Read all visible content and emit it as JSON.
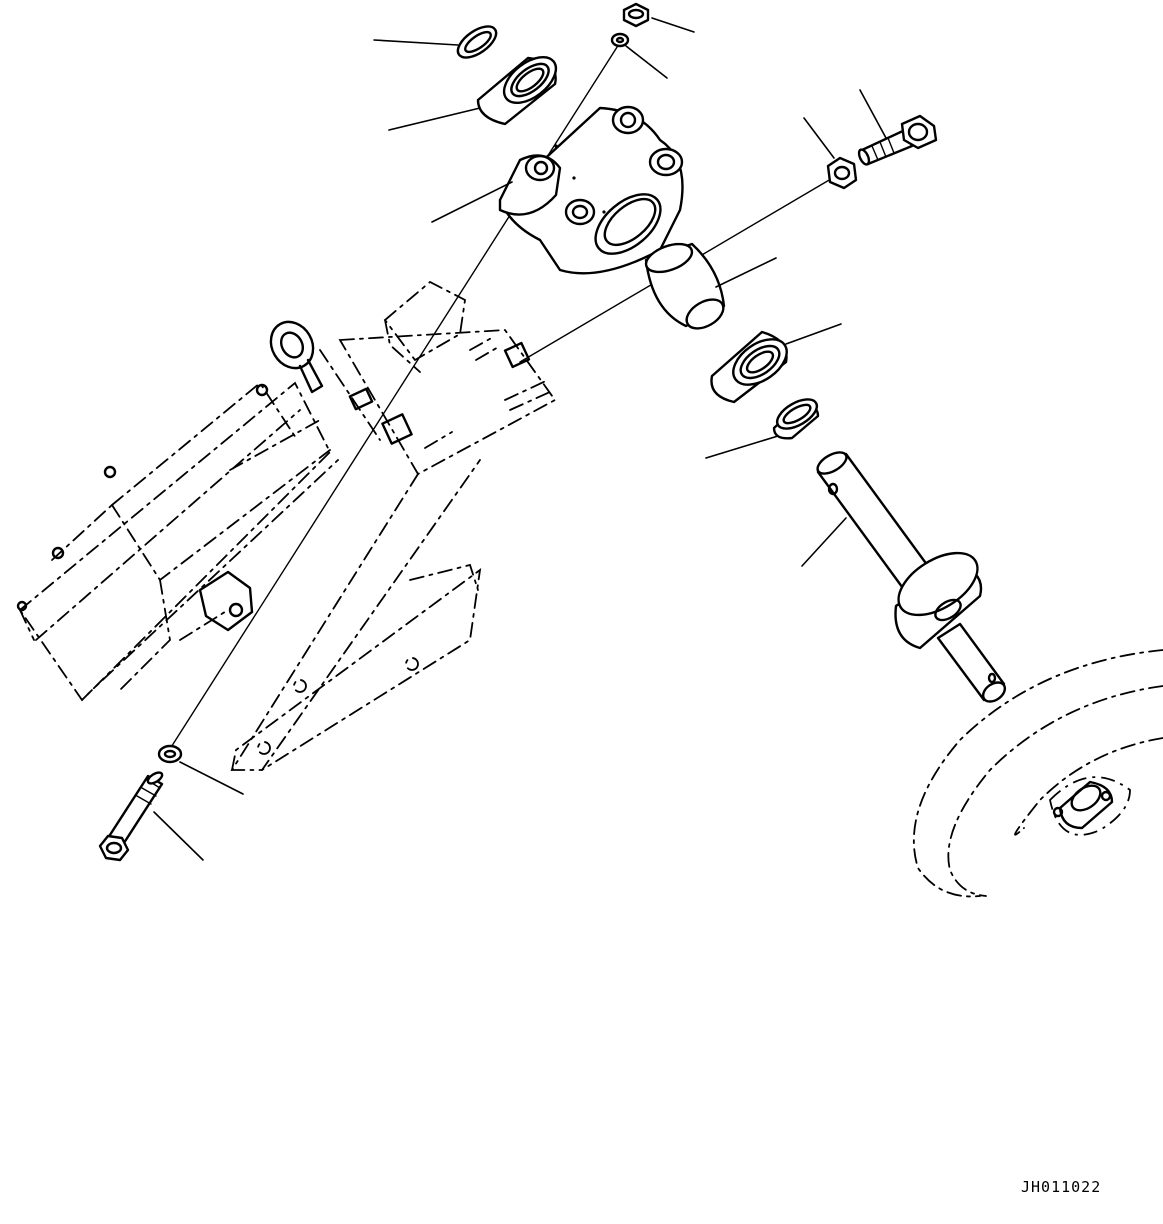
{
  "diagram": {
    "type": "exploded-parts-diagram",
    "drawing_code": "JH011022",
    "parts": [
      {
        "name": "seal-ring-upper"
      },
      {
        "name": "bearing-upper"
      },
      {
        "name": "bearing-housing"
      },
      {
        "name": "nut-small-top"
      },
      {
        "name": "washer-small-top"
      },
      {
        "name": "bolt-hex-right"
      },
      {
        "name": "nut-hex-right"
      },
      {
        "name": "spacer-collar"
      },
      {
        "name": "bearing-lower"
      },
      {
        "name": "seal-ring-lower"
      },
      {
        "name": "pivot-shaft"
      },
      {
        "name": "washer-bottom"
      },
      {
        "name": "long-bolt-bottom"
      },
      {
        "name": "frame-bracket-reference"
      },
      {
        "name": "idler-wheel-reference"
      }
    ]
  }
}
